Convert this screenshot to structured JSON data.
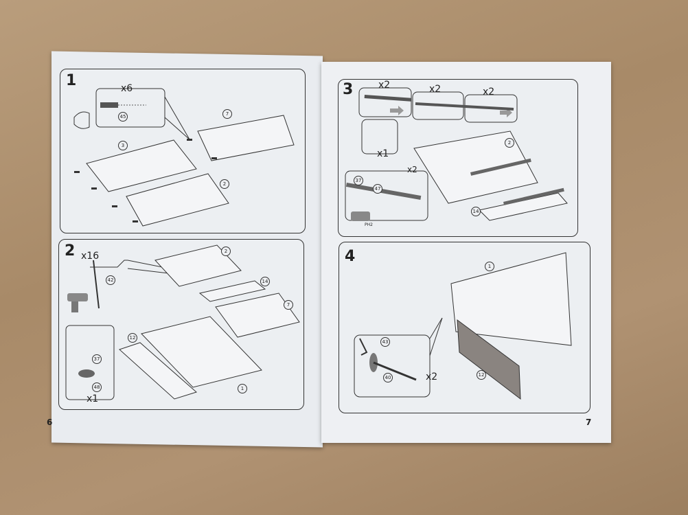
{
  "left_page": {
    "page_number": "6",
    "step1": {
      "number": "1",
      "quantity": "x6",
      "parts": [
        "45",
        "7",
        "3",
        "2"
      ]
    },
    "step2": {
      "number": "2",
      "quantity_top": "x16",
      "quantity_bottom": "x1",
      "parts": [
        "42",
        "2",
        "14",
        "7",
        "12",
        "1",
        "37",
        "48"
      ]
    }
  },
  "right_page": {
    "page_number": "7",
    "step3": {
      "number": "3",
      "quantities": [
        "x2",
        "x2",
        "x2",
        "x1",
        "x2"
      ],
      "parts": [
        "2",
        "37",
        "47",
        "14"
      ],
      "tool": "PH2"
    },
    "step4": {
      "number": "4",
      "quantity": "x2",
      "parts": [
        "1",
        "43",
        "40",
        "12"
      ]
    }
  }
}
